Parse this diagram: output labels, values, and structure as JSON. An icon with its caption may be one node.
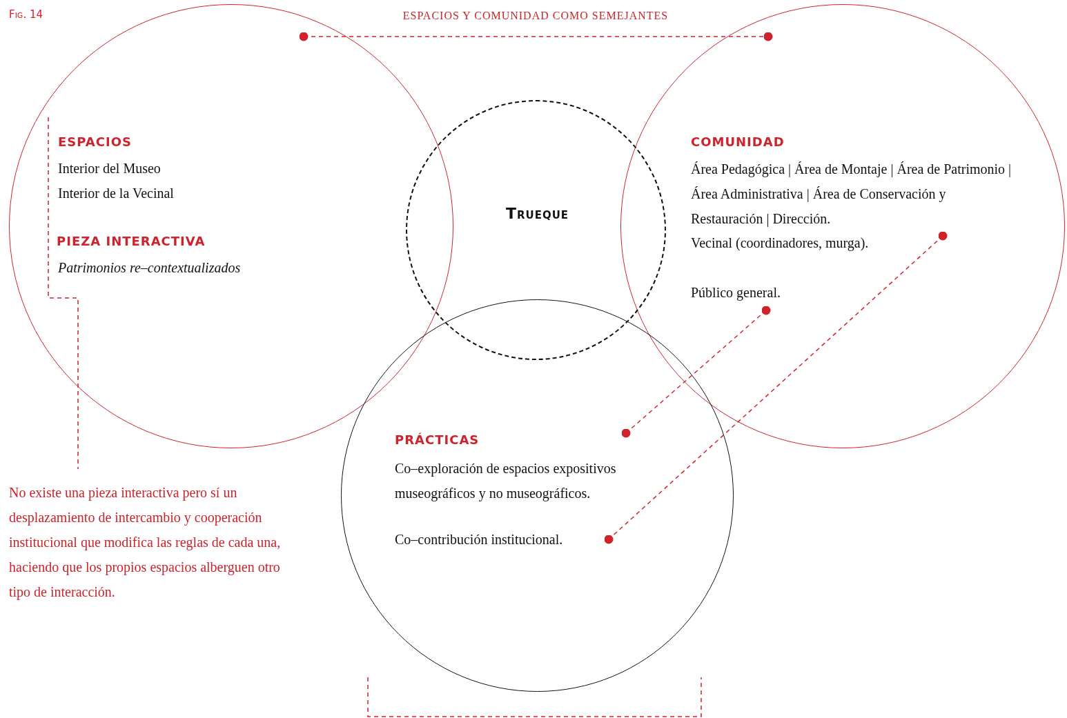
{
  "diagram": {
    "nodes": [
      {
        "text": [
          "ESPACIOS",
          "Interior del Museo",
          "Interior de la Vecinal",
          "PIEZA INTERACTIVA",
          "Patrimonios re–contextualizados"
        ]
      },
      {
        "text": [
          "COMUNIDAD",
          "Área Pedagógica | Área de Montaje | Área de Patrimonio | Área Administrativa | Área de Conservación y Restauración | Dirección.",
          "Vecinal (coordinadores, murga).",
          "Público general."
        ]
      },
      {
        "text": [
          "Trueque"
        ]
      },
      {
        "text": [
          "PRÁCTICAS",
          "Co–exploración de espacios expositivos museográficos y no museográficos.",
          "Co–contribución institucional."
        ]
      },
      {
        "text": [
          "No existe una pieza interactiva pero sí un desplazamiento de intercambio y cooperación institucional que modifica las reglas de cada una, haciendo que los propios espacios alberguen otro tipo de interacción."
        ]
      }
    ],
    "edges": [
      {
        "from": 0,
        "to": 1,
        "arrow": "other",
        "label": "ESPACIOS Y COMUNIDAD COMO SEMEJANTES",
        "style": "dashed",
        "color": "#d0222a"
      },
      {
        "from": 1,
        "to": 3,
        "arrow": "other",
        "style": "dashed",
        "color": "#d0222a"
      },
      {
        "from": 1,
        "to": 3,
        "arrow": "other",
        "style": "dashed",
        "color": "#d0222a"
      },
      {
        "from": 0,
        "to": 4,
        "arrow": "none",
        "style": "dashed",
        "color": "#d0222a"
      }
    ],
    "labels": [
      "Fig. 14"
    ]
  }
}
